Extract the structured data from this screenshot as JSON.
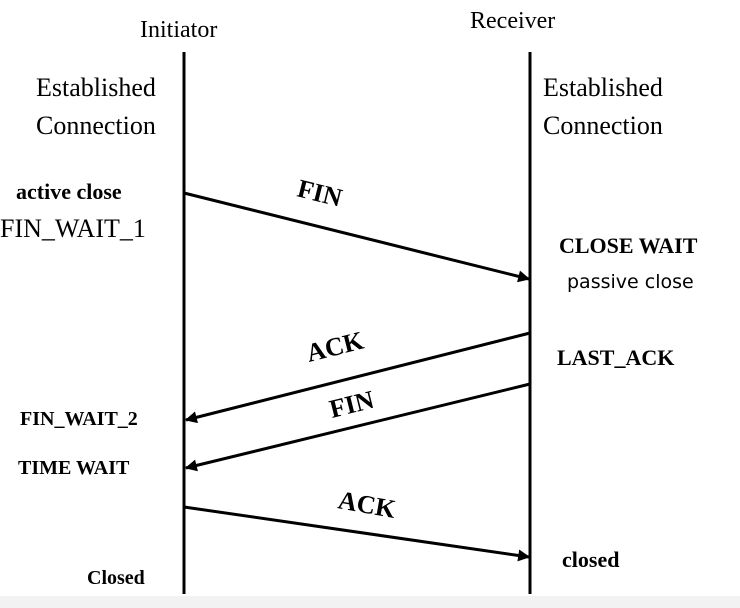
{
  "initiator": {
    "title": "Initiator",
    "state_established_line1": "Established",
    "state_established_line2": "Connection",
    "active_close": "active close",
    "fin_wait_1": "FIN_WAIT_1",
    "fin_wait_2": "FIN_WAIT_2",
    "time_wait": "TIME WAIT",
    "closed": "Closed"
  },
  "receiver": {
    "title": "Receiver",
    "state_established_line1": "Established",
    "state_established_line2": "Connection",
    "close_wait": "CLOSE WAIT",
    "passive_close": "passive close",
    "last_ack": "LAST_ACK",
    "closed": "closed"
  },
  "messages": [
    {
      "label": "FIN",
      "direction": "initiator-to-receiver"
    },
    {
      "label": "ACK",
      "direction": "receiver-to-initiator"
    },
    {
      "label": "FIN",
      "direction": "receiver-to-initiator"
    },
    {
      "label": "ACK",
      "direction": "initiator-to-receiver"
    }
  ],
  "colors": {
    "line": "#000000",
    "background": "#ffffff",
    "bottom_bar": "#f2f2f2"
  }
}
